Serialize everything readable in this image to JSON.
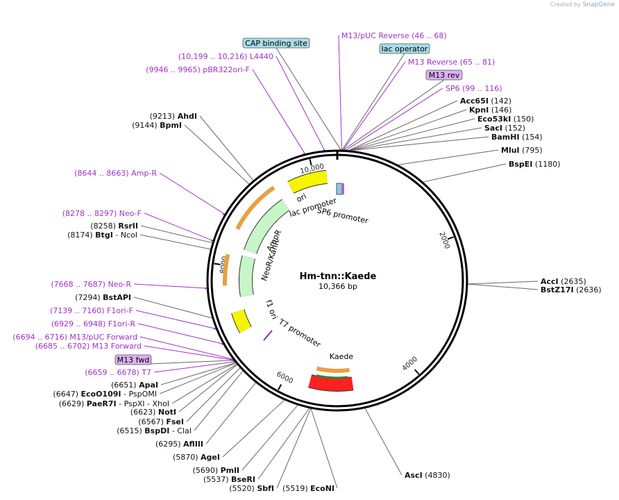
{
  "brand": {
    "prefix": "Created by",
    "name": "SnapGene"
  },
  "map": {
    "name": "Hm-tnn::Kaede",
    "length_bp": 10366,
    "length_label": "10,366 bp",
    "tick_labels": [
      "2000",
      "4000",
      "6000",
      "8000",
      "10,000"
    ]
  },
  "callouts": [
    {
      "text": "CAP binding site",
      "kind": "box-blue",
      "pos": 46
    },
    {
      "text": "lac operator",
      "kind": "box-blue",
      "pos": 60
    },
    {
      "text": "M13 rev",
      "kind": "box-purple",
      "pos": 75
    },
    {
      "text": "M13 fwd",
      "kind": "box-purple",
      "pos": 6690
    }
  ],
  "primers": [
    {
      "text": "M13/pUC Reverse   (46 .. 68)",
      "pos": 57,
      "side": "right"
    },
    {
      "text": "M13 Reverse   (65 .. 81)",
      "pos": 73,
      "side": "right"
    },
    {
      "text": "SP6   (99 .. 116)",
      "pos": 107,
      "side": "right"
    },
    {
      "text": "(10,199 .. 10,216)  L4440",
      "pos": 10207,
      "side": "left"
    },
    {
      "text": "(9946 .. 9965)  pBR322ori-F",
      "pos": 9955,
      "side": "left"
    },
    {
      "text": "(8644 .. 8663)  Amp-R",
      "pos": 8653,
      "side": "left"
    },
    {
      "text": "(8278 .. 8297)  Neo-F",
      "pos": 8287,
      "side": "left"
    },
    {
      "text": "(7668 .. 7687)  Neo-R",
      "pos": 7677,
      "side": "left"
    },
    {
      "text": "(7139 .. 7160)  F1ori-F",
      "pos": 7150,
      "side": "left"
    },
    {
      "text": "(6929 .. 6948)  F1ori-R",
      "pos": 6938,
      "side": "left"
    },
    {
      "text": "(6694 .. 6716)  M13/pUC Forward",
      "pos": 6705,
      "side": "left"
    },
    {
      "text": "(6685 .. 6702)  M13 Forward",
      "pos": 6693,
      "side": "left"
    },
    {
      "text": "(6659 .. 6678)  T7",
      "pos": 6668,
      "side": "left"
    }
  ],
  "sites_right": [
    {
      "enzyme": "Acc65I",
      "pos": "(142)"
    },
    {
      "enzyme": "KpnI",
      "pos": "(146)"
    },
    {
      "enzyme": "Eco53kI",
      "pos": "(150)"
    },
    {
      "enzyme": "SacI",
      "pos": "(152)"
    },
    {
      "enzyme": "BamHI",
      "pos": "(154)"
    },
    {
      "enzyme": "MluI",
      "pos": "(795)"
    },
    {
      "enzyme": "BspEI",
      "pos": "(1180)"
    },
    {
      "enzyme": "AccI",
      "pos": "(2635)"
    },
    {
      "enzyme": "BstZ17I",
      "pos": "(2636)"
    },
    {
      "enzyme": "AscI",
      "pos": "(4830)"
    }
  ],
  "sites_left": [
    {
      "pos": "(9213)",
      "enzyme": "AhdI"
    },
    {
      "pos": "(9144)",
      "enzyme": "BpmI"
    },
    {
      "pos": "(8258)",
      "enzyme": "RsrII"
    },
    {
      "pos": "(8174)",
      "enzyme": "BtgI",
      "extra": " - NcoI"
    },
    {
      "pos": "(7294)",
      "enzyme": "BstAPI"
    },
    {
      "pos": "(6651)",
      "enzyme": "ApaI"
    },
    {
      "pos": "(6647)",
      "enzyme": "EcoO109I",
      "extra": " - PspOMI"
    },
    {
      "pos": "(6629)",
      "enzyme": "PaeR7I",
      "extra": " - PspXI - XhoI"
    },
    {
      "pos": "(6623)",
      "enzyme": "NotI"
    },
    {
      "pos": "(6567)",
      "enzyme": "FseI"
    },
    {
      "pos": "(6515)",
      "enzyme": "BspDI",
      "extra": " - ClaI"
    },
    {
      "pos": "(6295)",
      "enzyme": "AflIII"
    },
    {
      "pos": "(5870)",
      "enzyme": "AgeI"
    },
    {
      "pos": "(5690)",
      "enzyme": "PmlI"
    },
    {
      "pos": "(5537)",
      "enzyme": "BseRI"
    },
    {
      "pos": "(5520)",
      "enzyme": "SbfI"
    },
    {
      "pos": "(5519)",
      "enzyme": "EcoNI"
    }
  ],
  "features": [
    {
      "label": "ori",
      "type": "rep_origin",
      "start": 9600,
      "end": 10200,
      "color": "#f5f500",
      "strand": 1
    },
    {
      "label": "AmpR",
      "type": "CDS",
      "start": 8300,
      "end": 9380,
      "color": "#c8f5c8",
      "strand": 1
    },
    {
      "label": "NeoR/KanR",
      "type": "CDS",
      "start": 7500,
      "end": 8200,
      "color": "#c8f5c8",
      "strand": 1
    },
    {
      "label": "f1 ori",
      "type": "rep_origin",
      "start": 6960,
      "end": 7280,
      "color": "#f5f500",
      "strand": 1
    },
    {
      "label": "Kaede",
      "type": "CDS",
      "start": 4940,
      "end": 5620,
      "color": "#ff2020",
      "strand": -1
    },
    {
      "label": "lac promoter",
      "type": "promoter",
      "start": 10300,
      "end": 10330,
      "color": "#ffffff"
    },
    {
      "label": "SP6 promoter",
      "type": "promoter",
      "start": 90,
      "end": 118,
      "color": "#ffffff"
    },
    {
      "label": "T7 promoter",
      "type": "promoter",
      "start": 6655,
      "end": 6680,
      "color": "#ffffff"
    }
  ]
}
